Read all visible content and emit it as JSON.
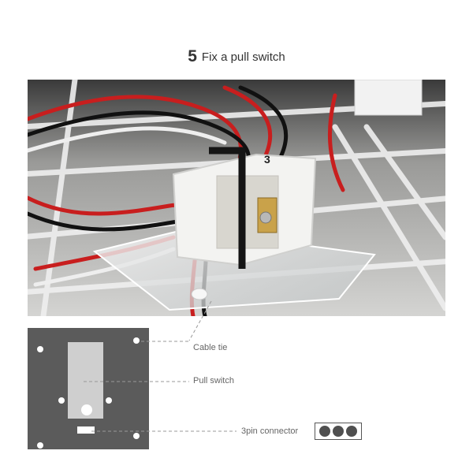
{
  "step": {
    "number": "5",
    "title": "Fix a pull switch"
  },
  "photo": {
    "switch_number": "3"
  },
  "diagram": {
    "plate_color": "#5b5b5b",
    "switch_color": "#cfcfcf",
    "labels": {
      "cable_tie": "Cable tie",
      "pull_switch": "Pull switch",
      "connector": "3pin connector"
    }
  }
}
